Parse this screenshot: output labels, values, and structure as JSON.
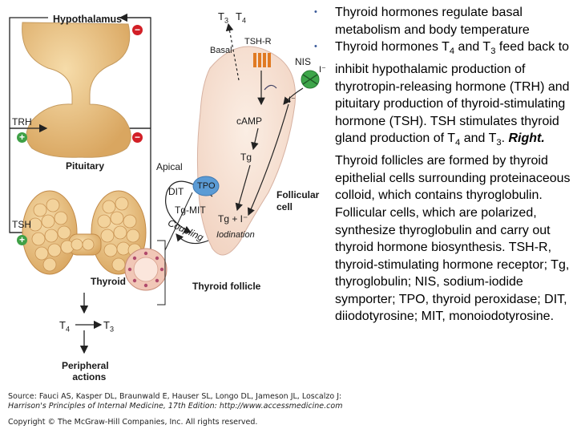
{
  "diagram": {
    "hypothalamus": "Hypothalamus",
    "trh": "TRH",
    "pituitary": "Pituitary",
    "tsh": "TSH",
    "thyroid": "Thyroid",
    "t4": "T",
    "t4_sub": "4",
    "t3": "T",
    "t3_sub": "3",
    "peripheral_actions_line1": "Peripheral",
    "peripheral_actions_line2": "actions",
    "top_t3": "T",
    "top_t3_sub": "3",
    "top_t4": "T",
    "top_t4_sub": "4",
    "basal": "Basal",
    "tsh_r": "TSH-R",
    "nis": "NIS",
    "iodide_top": "I⁻",
    "iodide_inside": "I⁻",
    "camp": "cAMP",
    "tg": "Tg",
    "apical": "Apical",
    "tpo": "TPO",
    "dit": "DIT",
    "tg_mit": "Tg-MIT",
    "coupling": "Coupling",
    "tg_plus_i": "Tg + I⁻",
    "iodination": "Iodination",
    "follicular_cell_line1": "Follicular",
    "follicular_cell_line2": "cell",
    "thyroid_follicle": "Thyroid follicle",
    "minus_sign": "−",
    "plus_sign": "+"
  },
  "bullets": [
    {
      "parts": [
        "Thyroid hormones regulate basal metabolism and body temperature"
      ]
    },
    {
      "parts": [
        "Thyroid hormones T",
        "4",
        " and T",
        "3",
        " feed back to inhibit hypothalamic production of thyrotropin-releasing hormone (TRH) and pituitary production of thyroid-stimulating hormone (TSH). TSH stimulates thyroid gland production of T",
        "4",
        " and T",
        "3",
        ". ",
        "Right.",
        " Thyroid follicles are formed by thyroid epithelial cells surrounding proteinaceous colloid, which contains thyroglobulin. Follicular cells, which are polarized, synthesize thyroglobulin and carry out thyroid hormone biosynthesis. TSH-R, thyroid-stimulating hormone receptor; Tg, thyroglobulin; NIS, sodium-iodide symporter; TPO, thyroid peroxidase; DIT, diiodotyrosine; MIT, monoiodotyrosine."
      ]
    }
  ],
  "footer": {
    "source_line1": "Source: Fauci AS, Kasper DL, Braunwald E, Hauser SL, Longo DL, Jameson JL, Loscalzo J:",
    "source_line2": "Harrison's Principles of Internal Medicine, 17th Edition: http://www.accessmedicine.com",
    "copyright": "Copyright © The McGraw-Hill Companies, Inc. All rights reserved."
  },
  "colors": {
    "tissue": "#e8c48e",
    "cell": "#f7e2d4",
    "inhibit": "#d21f26",
    "stimulate": "#3fa046",
    "tpo": "#5b9bd5",
    "tshr": "#e07a22",
    "nis": "#3da64a",
    "bullet": "#3b5b9a"
  }
}
